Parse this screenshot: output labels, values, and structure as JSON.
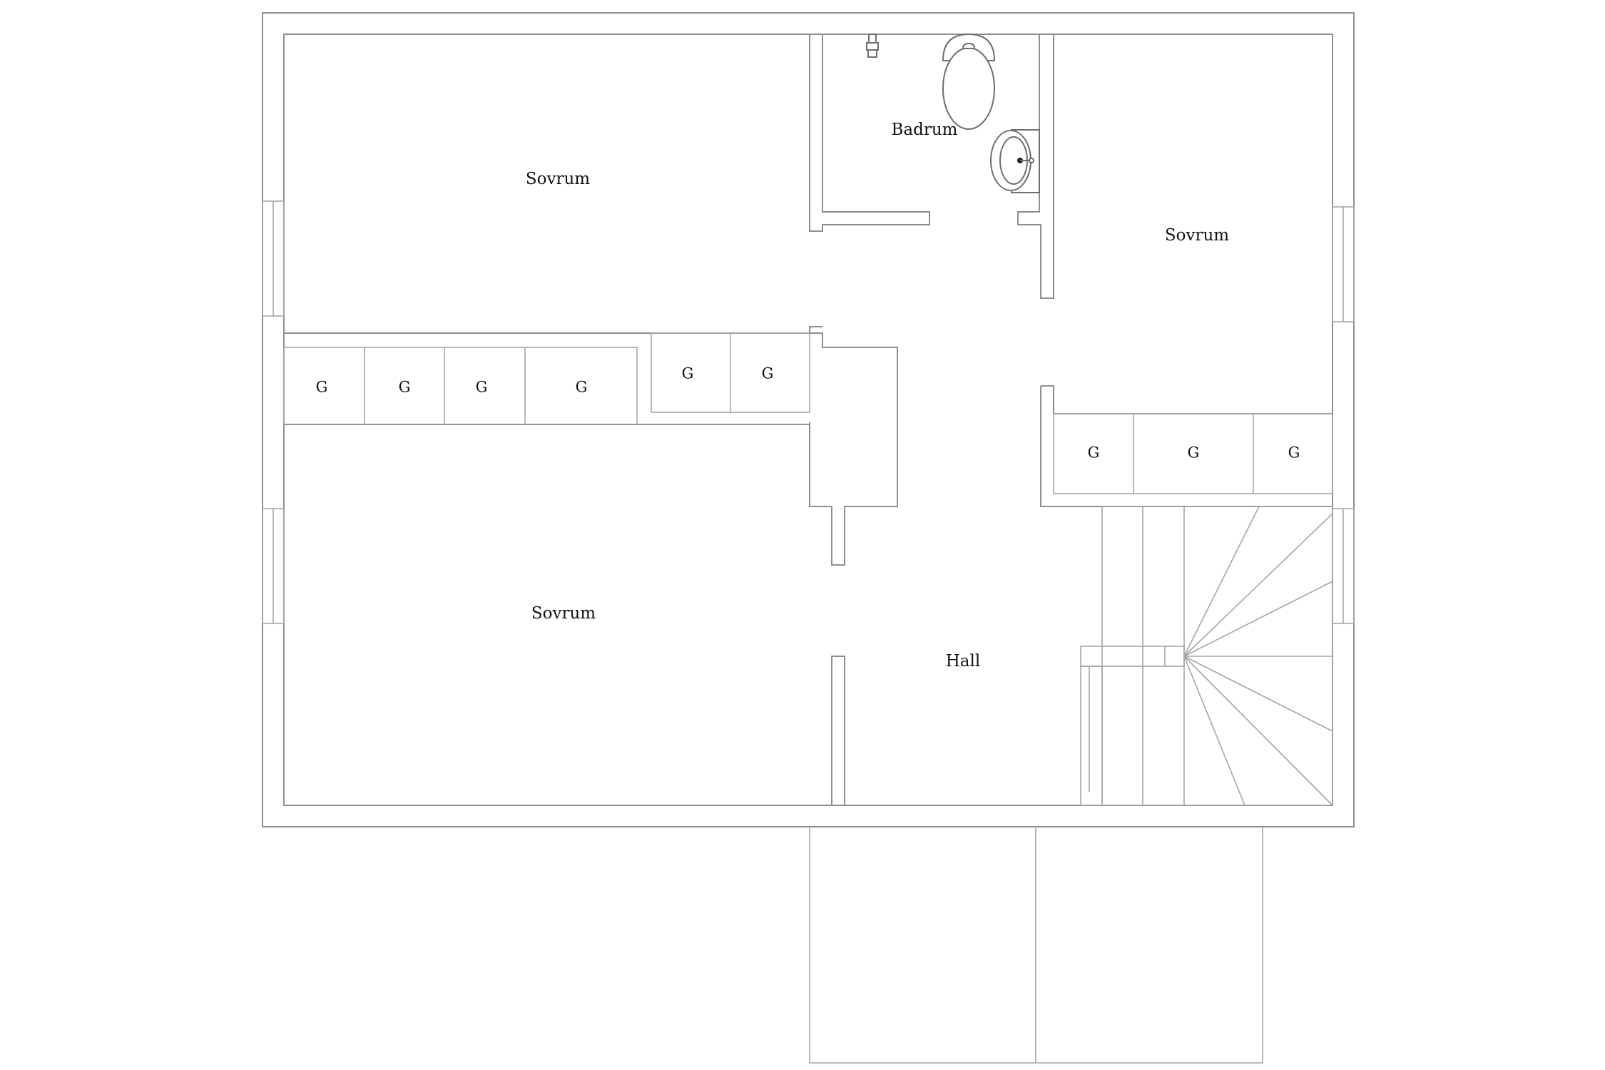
{
  "rooms": {
    "sovrum_top_left": "Sovrum",
    "badrum": "Badrum",
    "sovrum_right": "Sovrum",
    "sovrum_bottom_left": "Sovrum",
    "hall": "Hall"
  },
  "wardrobes": [
    "G",
    "G",
    "G",
    "G",
    "G",
    "G",
    "G",
    "G",
    "G"
  ],
  "colors": {
    "lines": "#8f8f8f",
    "text": "#111111",
    "background": "#ffffff"
  }
}
